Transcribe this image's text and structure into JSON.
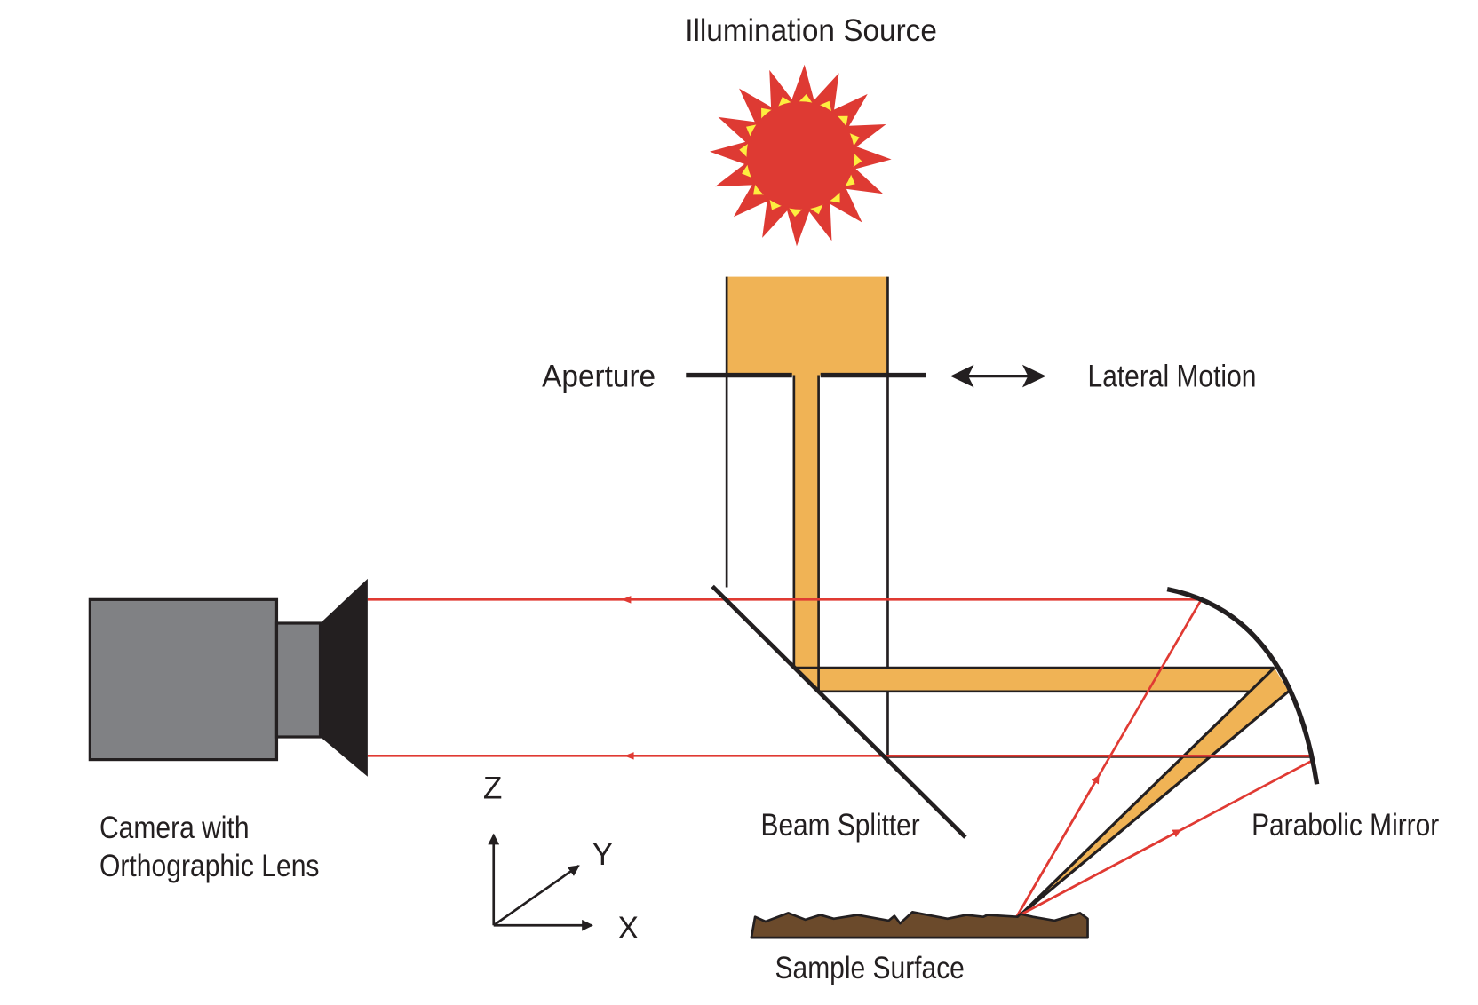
{
  "labels": {
    "illumination_source": "Illumination Source",
    "aperture": "Aperture",
    "lateral_motion": "Lateral Motion",
    "camera_line1": "Camera with",
    "camera_line2": "Orthographic Lens",
    "beam_splitter": "Beam Splitter",
    "parabolic_mirror": "Parabolic Mirror",
    "sample_surface": "Sample Surface"
  },
  "axes": {
    "z": "Z",
    "y": "Y",
    "x": "X"
  },
  "colors": {
    "sun_red": "#de3a33",
    "sun_yellow": "#fdee3f",
    "beam_orange": "#f0b355",
    "ray_red": "#e03a33",
    "camera_gray": "#808184",
    "sample_brown": "#6b4a2b",
    "ink": "#231f20"
  },
  "icons": {
    "light_source": "sun-icon",
    "motion": "double-arrow-icon"
  }
}
